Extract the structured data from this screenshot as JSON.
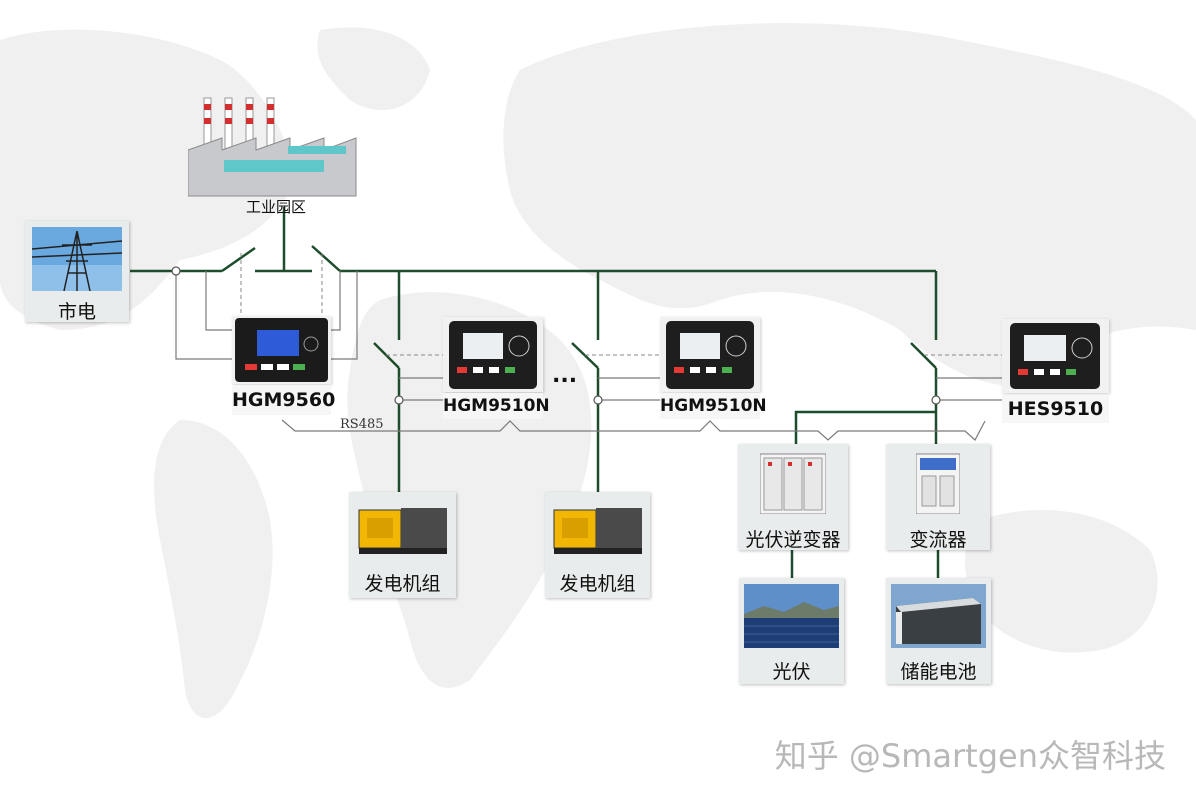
{
  "labels": {
    "industrial_park": "工业园区",
    "mains": "市电",
    "controller_main": "HGM9560",
    "controller_a": "HGM9510N",
    "controller_b": "HGM9510N",
    "controller_hes": "HES9510",
    "rs485": "RS485",
    "ellipsis": "...",
    "genset_a": "发电机组",
    "genset_b": "发电机组",
    "pv_inverter": "光伏逆变器",
    "converter": "变流器",
    "pv": "光伏",
    "battery": "储能电池"
  },
  "watermark": "知乎 @Smartgen众智科技",
  "colors": {
    "bus": "#1d4d2a",
    "control": "#6e6e6e",
    "map": "#f1f1f1"
  },
  "icons": {
    "factory": "factory-icon",
    "pylon": "power-pylon-icon",
    "controller": "controller-panel-icon",
    "genset": "generator-set-icon",
    "cabinet": "inverter-cabinet-icon",
    "converter": "converter-cabinet-icon",
    "solar": "solar-panel-icon",
    "battery": "battery-storage-icon"
  }
}
